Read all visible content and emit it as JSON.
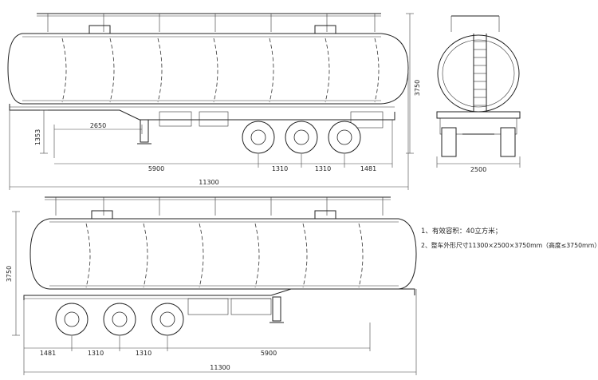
{
  "views": {
    "side_top": {
      "dimensions": {
        "kingpin_height": "1353",
        "front_to_first": "2650",
        "wheelbase": "5900",
        "axle_spacing_1": "1310",
        "axle_spacing_2": "1310",
        "rear_overhang": "1481",
        "overall_length": "11300",
        "overall_height": "3750"
      }
    },
    "rear_view": {
      "dimensions": {
        "overall_width": "2500"
      }
    },
    "side_bottom": {
      "dimensions": {
        "rear_overhang": "1481",
        "axle_spacing_1": "1310",
        "axle_spacing_2": "1310",
        "wheelbase": "5900",
        "overall_length": "11300",
        "overall_height": "3750"
      }
    }
  },
  "notes": [
    "1、有效容积：40立方米；",
    "2、整车外形尺寸11300×2500×3750mm（高度≤3750mm）"
  ]
}
